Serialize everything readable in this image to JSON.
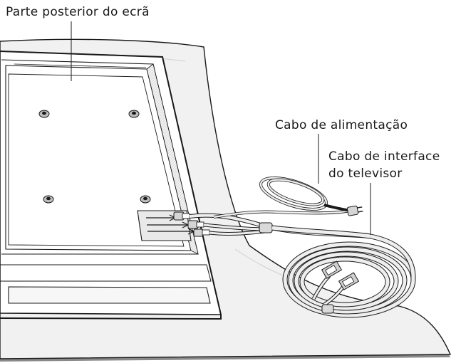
{
  "labels": {
    "screen_back": "Parte posterior do ecrã",
    "power_cable": "Cabo de alimentação",
    "tv_interface_cable_line1": "Cabo de interface",
    "tv_interface_cable_line2": "do televisor"
  },
  "colors": {
    "line": "#1a1a1a",
    "cloth": "#f1f1f1",
    "cloth_shadow": "#8a8a8a",
    "panel": "#ffffff",
    "panel_shade": "#dcdcdc",
    "cable": "#eeeeee"
  }
}
